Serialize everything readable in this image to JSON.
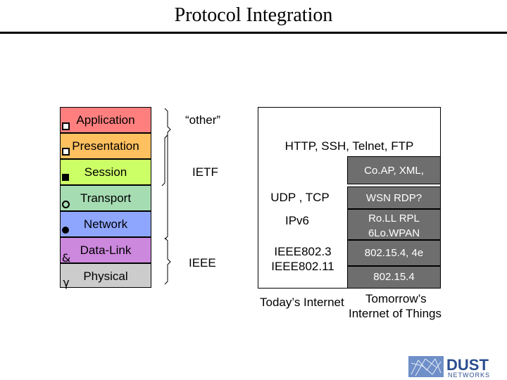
{
  "title": "Protocol Integration",
  "layers": [
    {
      "label": "Application",
      "color": "#ff7f7f",
      "bullet": "square-outline"
    },
    {
      "label": "Presentation",
      "color": "#ffc060",
      "bullet": "square-outline"
    },
    {
      "label": "Session",
      "color": "#ccff66",
      "bullet": "square-filled"
    },
    {
      "label": "Transport",
      "color": "#a6dcb2",
      "bullet": "ring"
    },
    {
      "label": "Network",
      "color": "#8fa6ff",
      "bullet": "dot"
    },
    {
      "label": "Data-Link",
      "color": "#cc88dd",
      "bullet": "glyph"
    },
    {
      "label": "Physical",
      "color": "#cccccc",
      "bullet": "glyph"
    }
  ],
  "bullet_glyphs": [
    "&",
    "γ"
  ],
  "groups": {
    "other": "“other”",
    "ietf": "IETF",
    "ieee": "IEEE"
  },
  "today": {
    "app": "HTTP, SSH, Telnet, FTP",
    "transport": "UDP , TCP",
    "network": "IPv6",
    "link1": "IEEE802.3",
    "link2": "IEEE802.11"
  },
  "tomorrow": {
    "app": "Co.AP, XML,",
    "transport": "WSN RDP?",
    "network1": "Ro.LL RPL",
    "network2": "6Lo.WPAN",
    "link": "802.15.4, 4e",
    "phy": "802.15.4"
  },
  "captions": {
    "today": "Today’s Internet",
    "tomorrow1": "Tomorrow’s",
    "tomorrow2": "Internet of Things"
  },
  "logo": {
    "word": "DUST",
    "sub": "NETWORKS",
    "color": "#2a4d8f"
  }
}
